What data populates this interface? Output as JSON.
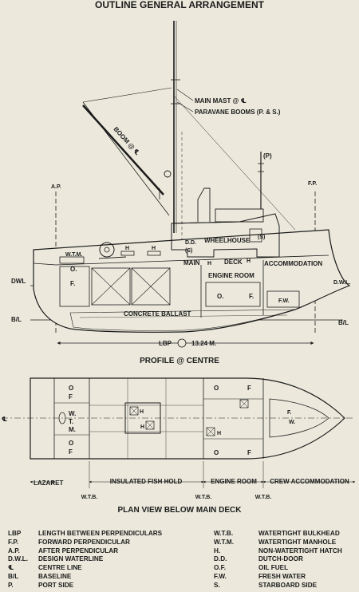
{
  "title": "OUTLINE GENERAL ARRANGEMENT",
  "profile": {
    "main_mast": "MAIN MAST @ ℄",
    "paravane_booms": "PARAVANE BOOMS (P. & S.)",
    "boom": "BOOM @ ℄",
    "p_mark": "(P)",
    "ap": "A.P.",
    "fp": "F.P.",
    "dd": "D.D.",
    "dd_s": "(S)",
    "wheelhouse": "WHEELHOUSE",
    "wheelhouse_s": "(S)",
    "wtm": "W.T.M.",
    "h": "H",
    "main": "MAIN",
    "deck": "DECK",
    "accommodation": "ACCOMMODATION",
    "engine_room": "ENGINE ROOM",
    "o": "O.",
    "f": "F.",
    "fw": "F.W.",
    "concrete_ballast": "CONCRETE BALLAST",
    "dwl": "DWL",
    "dwl_r": "D.W.L.",
    "bl": "B/L",
    "lbp": "LBP",
    "lbp_value": "13.24 M.",
    "caption": "PROFILE @ CENTRE"
  },
  "plan": {
    "o": "O",
    "f": "F",
    "w": "W.",
    "t": "T.",
    "m": "M.",
    "h": "H",
    "fwd_f": "F.",
    "fwd_w": "W.",
    "cl": "℄",
    "lazaret": "LAZARET",
    "fish_hold": "INSULATED FISH HOLD",
    "engine_room": "ENGINE ROOM",
    "crew_accommodation": "CREW ACCOMMODATION",
    "wtb": "W.T.B.",
    "caption": "PLAN VIEW BELOW MAIN DECK"
  },
  "legend_left": [
    {
      "abbr": "LBP",
      "def": "LENGTH BETWEEN PERPENDICULARS"
    },
    {
      "abbr": "F.P.",
      "def": "FORWARD PERPENDICULAR"
    },
    {
      "abbr": "A.P.",
      "def": "AFTER PERPENDICULAR"
    },
    {
      "abbr": "D.W.L.",
      "def": "DESIGN WATERLINE"
    },
    {
      "abbr": "℄",
      "def": "CENTRE LINE"
    },
    {
      "abbr": "B/L",
      "def": "BASELINE"
    },
    {
      "abbr": "P.",
      "def": "PORT SIDE"
    }
  ],
  "legend_right": [
    {
      "abbr": "W.T.B.",
      "def": "WATERTIGHT BULKHEAD"
    },
    {
      "abbr": "W.T.M.",
      "def": "WATERTIGHT MANHOLE"
    },
    {
      "abbr": "H.",
      "def": "NON-WATERTIGHT HATCH"
    },
    {
      "abbr": "D.D.",
      "def": "DUTCH-DOOR"
    },
    {
      "abbr": "O.F.",
      "def": "OIL FUEL"
    },
    {
      "abbr": "F.W.",
      "def": "FRESH WATER"
    },
    {
      "abbr": "S.",
      "def": "STARBOARD SIDE"
    }
  ]
}
